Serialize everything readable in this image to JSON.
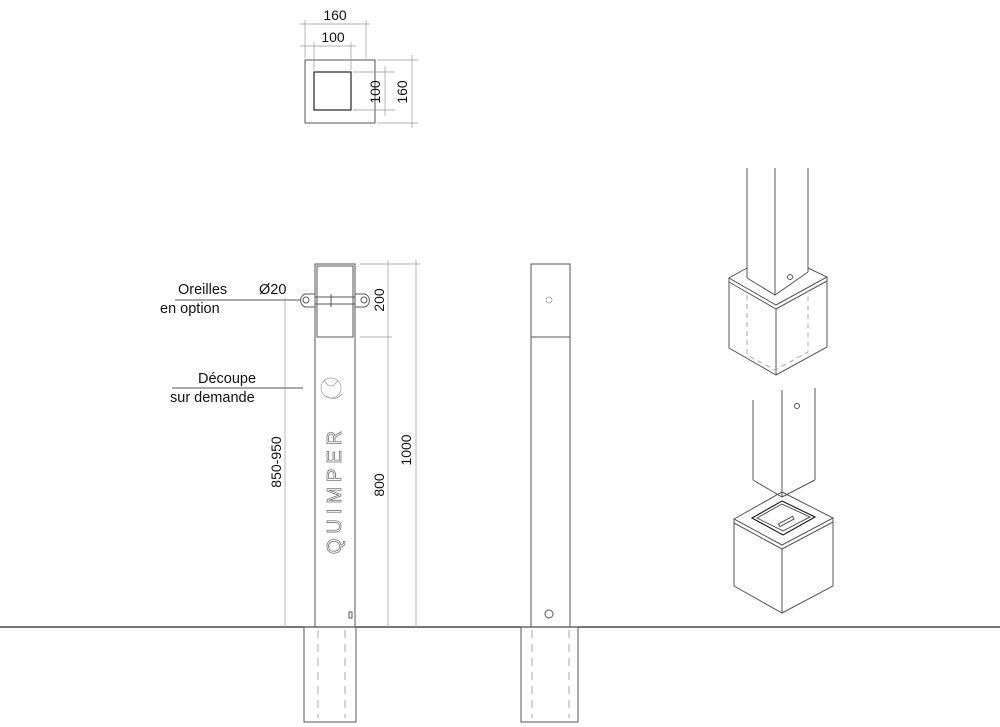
{
  "top_view": {
    "dim_outer_width": "160",
    "dim_inner_width": "100",
    "dim_inner_height": "100",
    "dim_outer_height": "160"
  },
  "front_view": {
    "label_ears_line1": "Oreilles",
    "label_ears_line2": "en option",
    "dim_ear_diameter": "Ø20",
    "label_cutout_line1": "Découpe",
    "label_cutout_line2": "sur demande",
    "dim_top": "200",
    "dim_lower": "800",
    "dim_total": "1000",
    "dim_ear_height": "850-950",
    "engraving": "QUIMPER"
  }
}
